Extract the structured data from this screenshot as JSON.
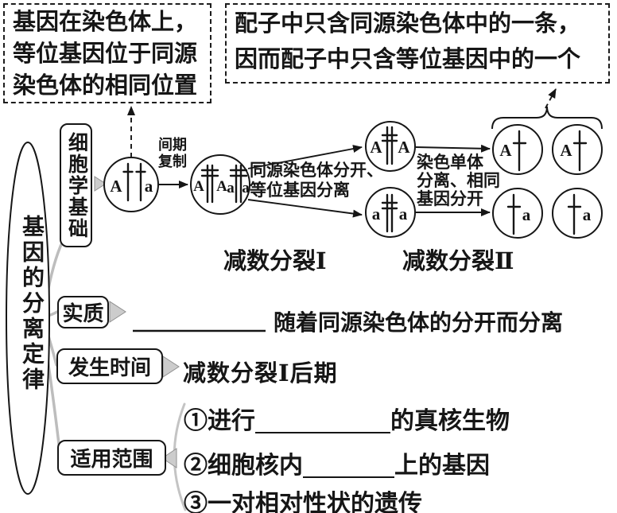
{
  "colors": {
    "ink": "#161616",
    "gray_connector": "#bdbdbd",
    "background": "#ffffff"
  },
  "annotations": {
    "left_note": {
      "lines": [
        "基因在染色体上，",
        "等位基因位于同源",
        "染色体的相同位置"
      ]
    },
    "right_note": {
      "lines": [
        "配子中只含同源染色体中的一条，",
        "因而配子中只含等位基因中的一个"
      ]
    }
  },
  "root": {
    "label": "基因的分离定律"
  },
  "branches": {
    "cytology": {
      "label": "细胞学基础"
    },
    "essence": {
      "label": "实质",
      "answer": "随着同源染色体的分开而分离"
    },
    "timing": {
      "label": "发生时间",
      "answer": "减数分裂Ⅰ后期"
    },
    "scope": {
      "label": "适用范围",
      "item1": {
        "prefix": "①进行",
        "suffix": "的真核生物"
      },
      "item2": {
        "prefix": "②细胞核内",
        "suffix": "上的基因"
      },
      "item3": {
        "text": "③一对相对性状的遗传"
      }
    }
  },
  "process": {
    "interphase": {
      "lines": [
        "间期",
        "复制"
      ]
    },
    "meiosis1_events": {
      "lines": [
        "同源染色体分开、",
        "等位基因分离"
      ]
    },
    "meiosis2_events": {
      "lines": [
        "染色单体",
        "分离、相同",
        "基因分开"
      ]
    },
    "stages": {
      "meiosis1": "减数分裂Ⅰ",
      "meiosis2": "减数分裂Ⅱ"
    }
  },
  "cells": {
    "parent": {
      "alleles": [
        "A",
        "a"
      ]
    },
    "replicated": {
      "alleles": [
        "A",
        "A",
        "a",
        "a"
      ]
    },
    "secondary_top": {
      "alleles": [
        "A",
        "A"
      ]
    },
    "secondary_bottom": {
      "alleles": [
        "a",
        "a"
      ]
    },
    "gamete1": {
      "allele": "A"
    },
    "gamete2": {
      "allele": "A"
    },
    "gamete3": {
      "allele": "a"
    },
    "gamete4": {
      "allele": "a"
    }
  }
}
